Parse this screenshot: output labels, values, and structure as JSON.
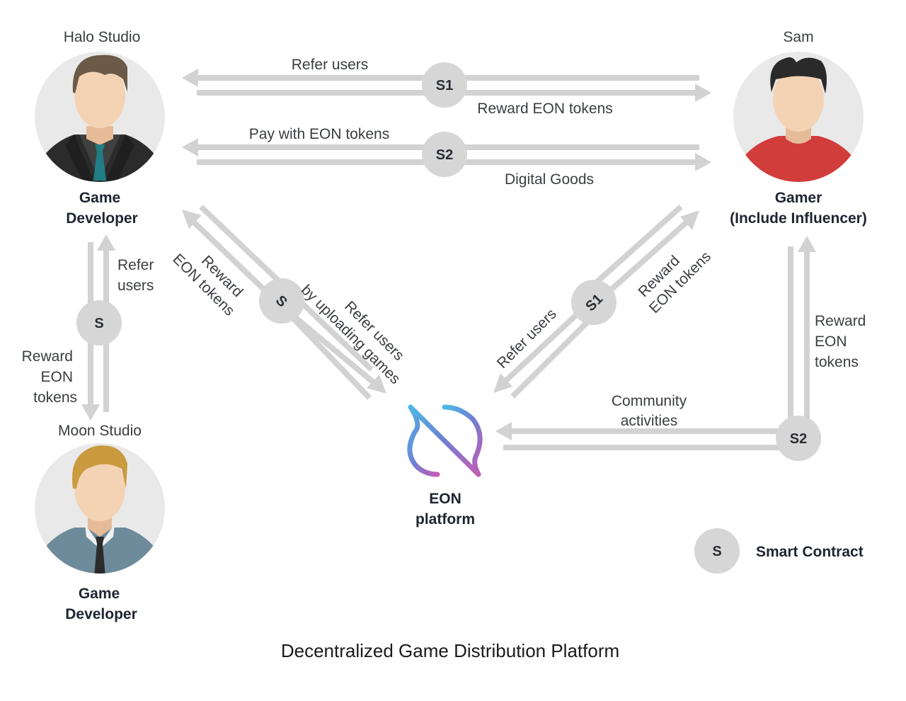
{
  "title": "Decentralized Game Distribution Platform",
  "colors": {
    "arrow": "#d2d2d2",
    "node_bg": "#e9e9e9",
    "contract": "#d6d6d6",
    "skin": "#f4d3b5",
    "gamer_shirt": "#d13d3b",
    "dev_suit": "#2e2e2e",
    "dev_tie": "#217d84",
    "moon_shirt": "#6e8b9b",
    "logo_start": "#4cb8e8",
    "logo_end": "#c75bb4"
  },
  "actors": {
    "halo": {
      "name": "Halo Studio",
      "role_line1": "Game",
      "role_line2": "Developer"
    },
    "sam": {
      "name": "Sam",
      "role_line1": "Gamer",
      "role_line2": "(Include Influencer)"
    },
    "moon": {
      "name": "Moon Studio",
      "role_line1": "Game",
      "role_line2": "Developer"
    },
    "eon": {
      "role_line1": "EON",
      "role_line2": "platform"
    }
  },
  "contracts": {
    "top_s1": "S1",
    "top_s2": "S2",
    "left_s": "S",
    "diag_left_s": "S",
    "diag_right_s1": "S1",
    "bottom_right_s2": "S2"
  },
  "flows": {
    "top_s1_left": "Refer users",
    "top_s1_right": "Reward EON tokens",
    "top_s2_left": "Pay with EON tokens",
    "top_s2_right": "Digital Goods",
    "left_up_1": "Refer",
    "left_up_2": "users",
    "left_down_1": "Reward",
    "left_down_2": "EON",
    "left_down_3": "tokens",
    "diag_left_up_1": "Reward",
    "diag_left_up_2": "EON tokens",
    "diag_left_down_1": "Refer users",
    "diag_left_down_2": "by uploading games",
    "diag_right_down": "Refer users",
    "diag_right_up_1": "Reward",
    "diag_right_up_2": "EON tokens",
    "bottom_left_1": "Community",
    "bottom_left_2": "activities",
    "right_up_1": "Reward",
    "right_up_2": "EON",
    "right_up_3": "tokens"
  },
  "legend": {
    "symbol": "S",
    "label": "Smart Contract"
  }
}
